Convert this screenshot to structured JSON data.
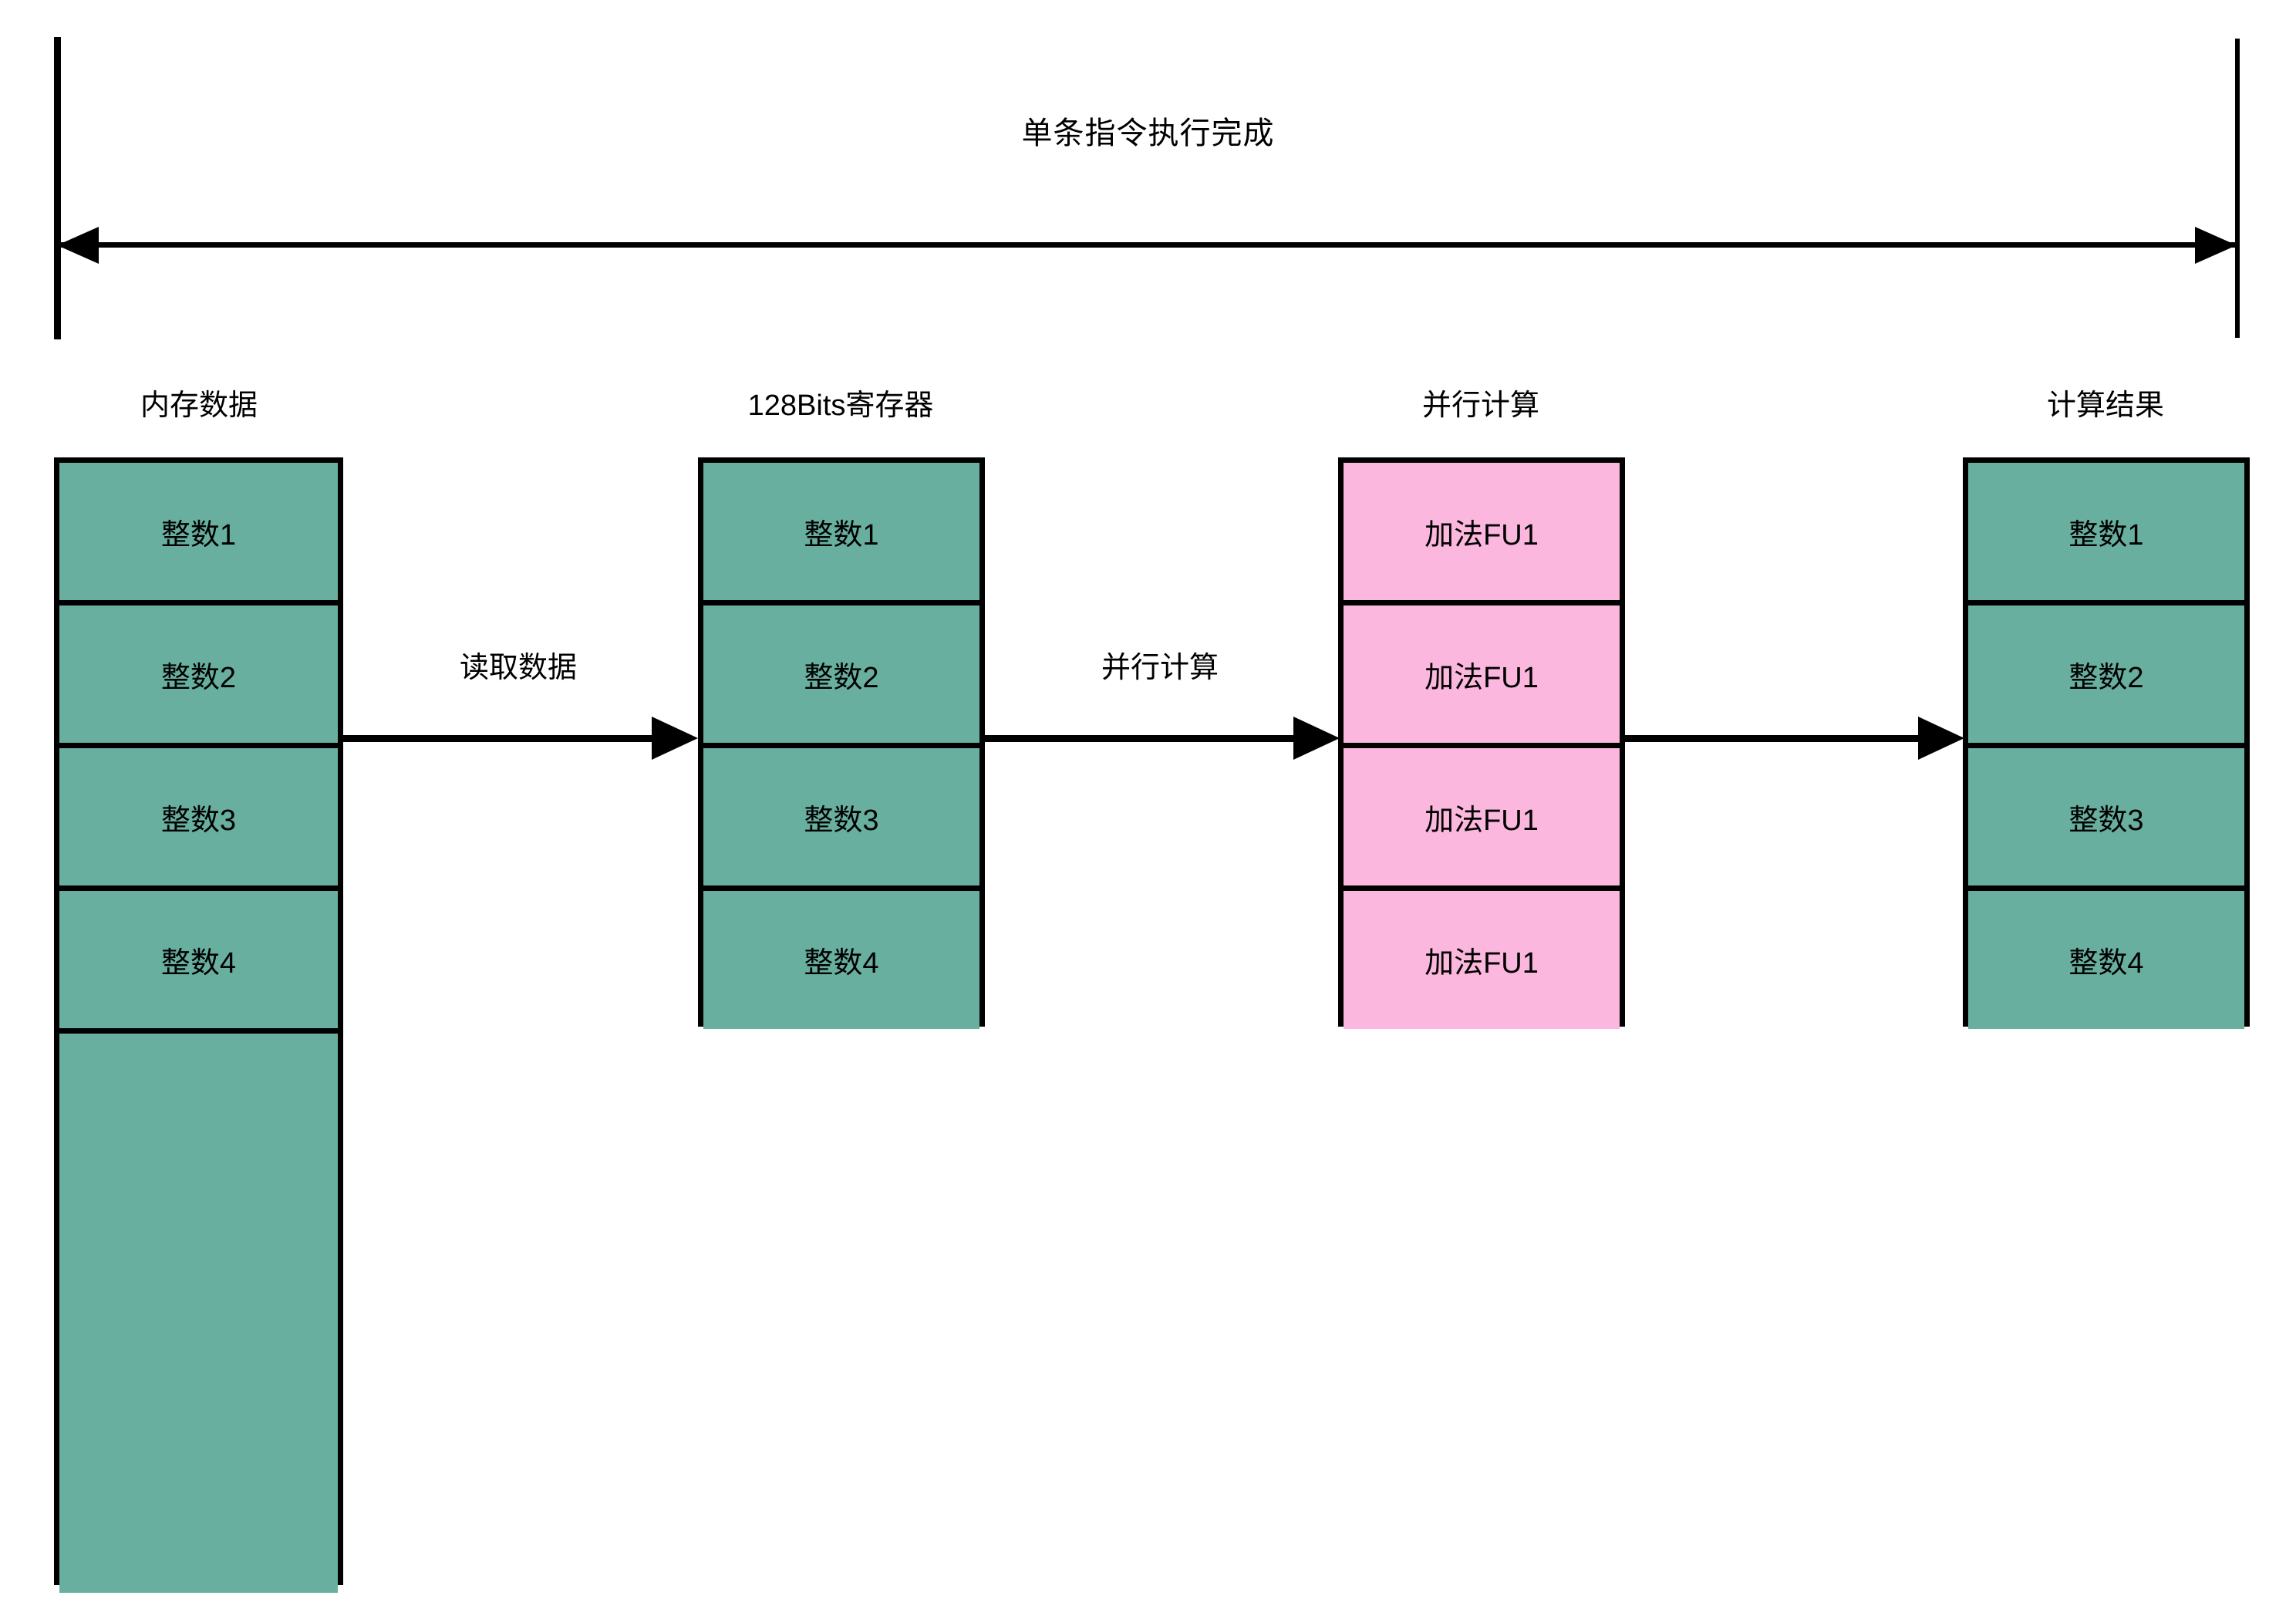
{
  "diagram": {
    "span_title": "单条指令执行完成",
    "columns": [
      {
        "header": "内存数据",
        "cells": [
          "整数1",
          "整数2",
          "整数3",
          "整数4",
          ""
        ],
        "fill": "#68afa0"
      },
      {
        "header": "128Bits寄存器",
        "cells": [
          "整数1",
          "整数2",
          "整数3",
          "整数4"
        ],
        "fill": "#68afa0"
      },
      {
        "header": "并行计算",
        "cells": [
          "加法FU1",
          "加法FU1",
          "加法FU1",
          "加法FU1"
        ],
        "fill": "#fbb7dd"
      },
      {
        "header": "计算结果",
        "cells": [
          "整数1",
          "整数2",
          "整数3",
          "整数4"
        ],
        "fill": "#68afa0"
      }
    ],
    "arrows": [
      {
        "label": "读取数据"
      },
      {
        "label": "并行计算"
      },
      {
        "label": ""
      }
    ],
    "colors": {
      "green_fill": "#68afa0",
      "pink_fill": "#fbb7dd",
      "stroke": "#000000",
      "background": "#ffffff"
    }
  }
}
